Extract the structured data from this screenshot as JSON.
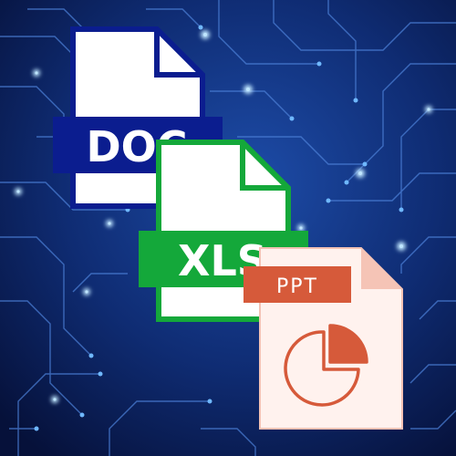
{
  "files": {
    "doc": {
      "label": "DOC"
    },
    "xls": {
      "label": "XLS"
    },
    "ppt": {
      "label": "PPT"
    }
  },
  "colors": {
    "background_dark": "#07123a",
    "background_mid": "#123a8a",
    "circuit_line": "#4b82d8",
    "circuit_glow": "#9cd4ff",
    "doc_blue": "#0b1d8f",
    "xls_green": "#14a83a",
    "ppt_orange": "#d65a3a",
    "ppt_page": "#fff0ec",
    "ppt_fold": "#f5c4b6"
  },
  "icons": {
    "doc": "document-icon",
    "xls": "spreadsheet-icon",
    "ppt": "presentation-icon",
    "ppt_chart": "pie-chart-icon"
  }
}
